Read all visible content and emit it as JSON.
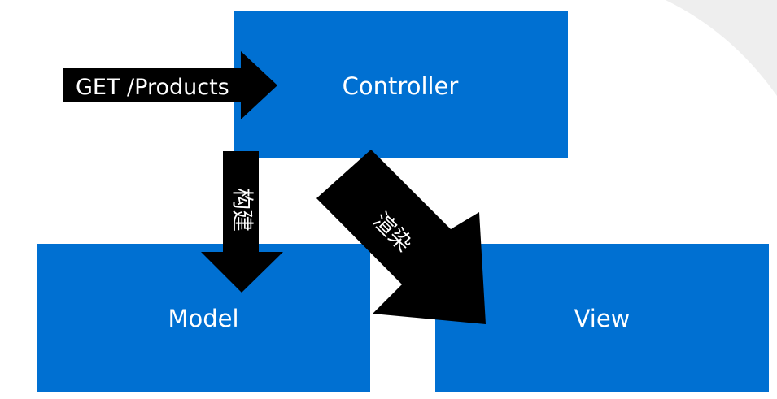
{
  "colors": {
    "box_fill": "#0070d2",
    "arrow_fill": "#000000",
    "label_text": "#ffffff",
    "background_swoosh": "#eeeeee"
  },
  "boxes": {
    "controller": "Controller",
    "model": "Model",
    "view": "View"
  },
  "arrows": {
    "request": "GET /Products",
    "build": "构建",
    "render": "渲染"
  }
}
